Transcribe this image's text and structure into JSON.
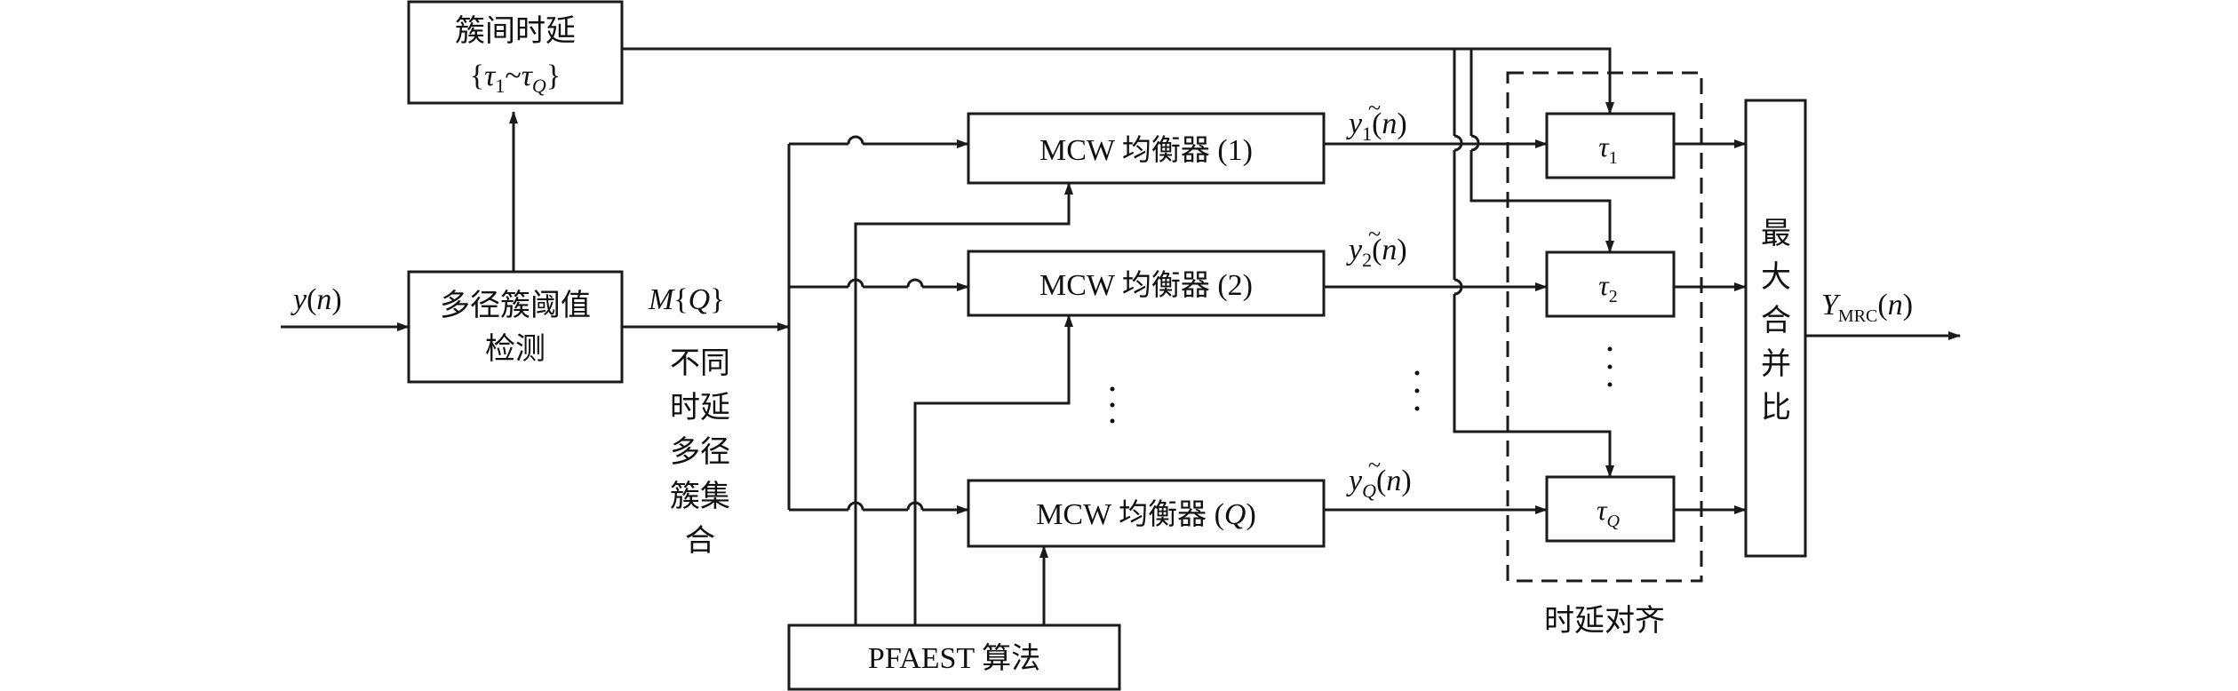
{
  "input_label": "y(n)",
  "blocks": {
    "threshold_detect": {
      "line1": "多径簇阈值",
      "line2": "检测"
    },
    "inter_cluster_delay": {
      "line1": "簇间时延",
      "line2": "{τ1~τQ}"
    },
    "equalizer_1": "MCW 均衡器 (1)",
    "equalizer_2": "MCW 均衡器 (2)",
    "equalizer_q": "MCW 均衡器 (Q)",
    "pfaest": "PFAEST 算法",
    "tau_1": "τ1",
    "tau_2": "τ2",
    "tau_q": "τQ",
    "mrc": [
      "最",
      "大",
      "合",
      "并",
      "比"
    ]
  },
  "labels": {
    "cluster_set_symbol": "M{Q}",
    "cluster_set_caption": [
      "不同",
      "时延",
      "多径",
      "簇集",
      "合"
    ],
    "y1": "y1(n)",
    "y2": "y2(n)",
    "yq": "yQ(n)",
    "time_align": "时延对齐",
    "output": "YMRC(n)"
  }
}
